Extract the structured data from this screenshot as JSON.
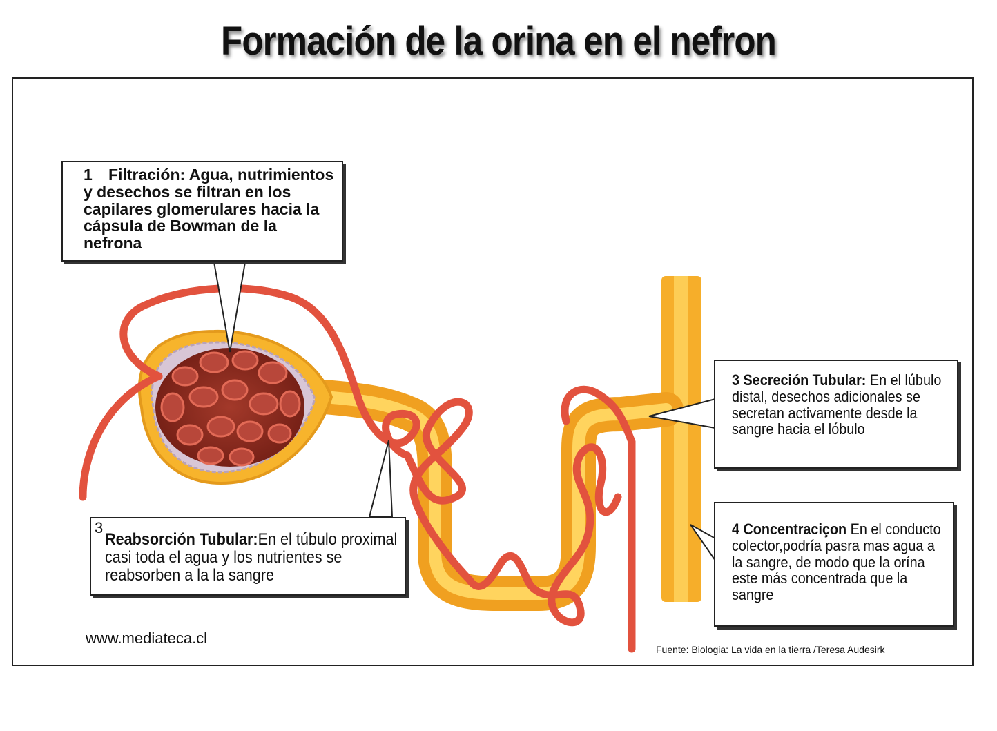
{
  "title": "Formación de la orina en el nefron",
  "callouts": {
    "filtration": {
      "number": "1",
      "text": "Filtración: Agua, nutrimientos y desechos se filtran en los capilares glomerulares hacia la cápsula de Bowman de la nefrona"
    },
    "reabsorption": {
      "number": "3",
      "heading": "Reabsorción Tubular:",
      "text": "En el túbulo proximal casi toda el agua y los nutrientes se reabsorben a la la sangre"
    },
    "secretion": {
      "heading": "3 Secreción Tubular:",
      "text": " En el lúbulo distal, desechos adicionales se secretan activamente desde la sangre hacia el lóbulo"
    },
    "concentration": {
      "heading": "4 Concentraciçon",
      "text": " En el conducto colector,podría pasra mas agua a la sangre, de modo que la orína este más concentrada que la sangre"
    }
  },
  "footer": {
    "website": "www.mediateca.cl",
    "source": "Fuente: Biologia: La vida  en la tierra /Teresa Audesirk"
  },
  "colors": {
    "vessel": "#e2523e",
    "tubule": "#f7b42c",
    "capsule_interior": "#8a2a1e"
  }
}
